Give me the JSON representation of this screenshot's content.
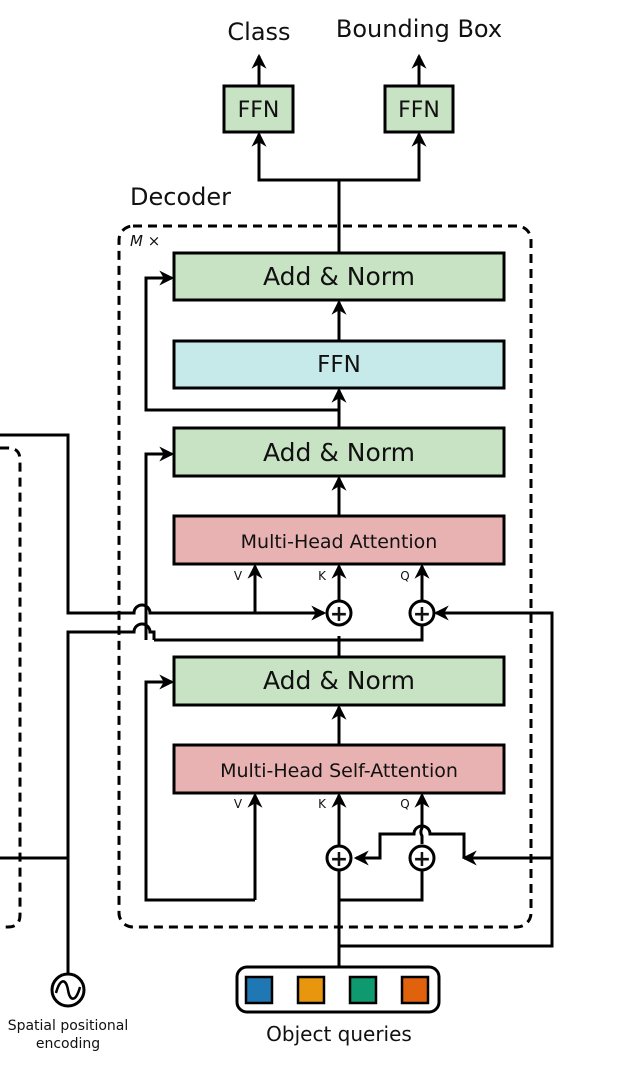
{
  "title": "",
  "outputs": {
    "class_label": "Class",
    "bbox_label": "Bounding Box",
    "ffn_label": "FFN"
  },
  "decoder": {
    "label": "Decoder",
    "repeat_label": "M ×",
    "add_norm_label": "Add & Norm",
    "ffn_label": "FFN",
    "cross_attention_label": "Multi-Head Attention",
    "self_attention_label": "Multi-Head Self-Attention",
    "v_label": "V",
    "k_label": "K",
    "q_label": "Q",
    "plus": "+"
  },
  "inputs": {
    "spatial_label_1": "Spatial  positional",
    "spatial_label_2": "encoding",
    "object_queries_label": "Object  queries",
    "query_colors": [
      "#1f77b4",
      "#e8960e",
      "#0e9a6e",
      "#e0620c"
    ]
  },
  "colors": {
    "add_norm": "#c8e3c3",
    "ffn": "#c6e9ea",
    "attention": "#e9b2b2",
    "output_ffn": "#c8e3c3"
  }
}
